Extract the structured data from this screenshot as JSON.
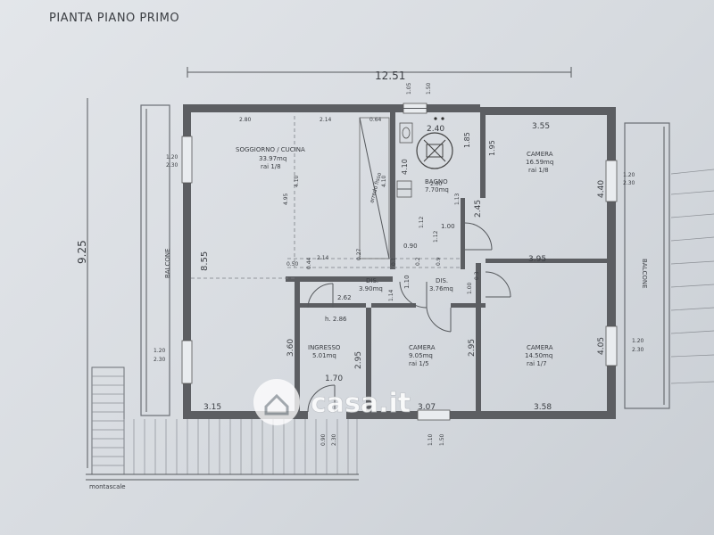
{
  "title": "PIANTA PIANO PRIMO",
  "dims": {
    "total_width": "12.51",
    "total_height": "9.25",
    "win_top_a": "1.05",
    "win_top_b": "1.50",
    "left_room_h": "8.55",
    "right_room_h1": "4.40",
    "right_room_h2": "4.05",
    "top_soggiorno": "2.80",
    "top_mid": "2.14",
    "top_arredo": "0.64",
    "bagno_w": "2.40",
    "bagno_h": "1.85",
    "camera1_w": "3.55",
    "camera1_h": "1.95",
    "bagno_side": "4.10",
    "soggiorno_inner_h": "4.95",
    "soggiorno_inner_h2": "4.10",
    "arredo_h": "4.10",
    "bagno_inner": "2.00",
    "bagno_1_13": "1.13",
    "bagno_2_45": "2.45",
    "bagno_1_12": "1.12",
    "bagno_1_00": "1.00",
    "bagno_0_90": "0.90",
    "corr_2_14": "2.14",
    "corr_0_27": "0.27",
    "corr_0_50": "0.50",
    "corr_0_44": "0.44",
    "corr_0_1": "0.1",
    "corr_0_2": "0.2",
    "corr_0_9": "0.9",
    "corr_1_10": "1.10",
    "corr_1_14": "1.14",
    "corr_1_00": "1.00",
    "corr_0_3": "0.3",
    "cam_3_95": "3.95",
    "ingresso_2_62": "2.62",
    "ingresso_h": "h. 2.86",
    "ingresso_3_60": "3.60",
    "ingresso_2_95": "2.95",
    "ingresso_1_70": "1.70",
    "cam2_2_95": "2.95",
    "bottom_3_15": "3.15",
    "bottom_3_07": "3.07",
    "bottom_3_58": "3.58",
    "win_left1_a": "1.20",
    "win_left1_b": "2.30",
    "win_left2_a": "1.20",
    "win_left2_b": "2.30",
    "win_right1_a": "1.20",
    "win_right1_b": "2.30",
    "win_right2_a": "1.20",
    "win_right2_b": "2.30",
    "win_bottom_a": "1.10",
    "win_bottom_b": "1.50",
    "door_bottom_a": "0.90",
    "door_bottom_b": "2.30"
  },
  "rooms": {
    "soggiorno": {
      "name": "SOGGIORNO / CUCINA",
      "area": "33.97mq",
      "ratio": "rai 1/8"
    },
    "arredo": "arredo fisso",
    "bagno": {
      "name": "BAGNO",
      "area": "7.70mq"
    },
    "camera1": {
      "name": "CAMERA",
      "area": "16.59mq",
      "ratio": "rai 1/8"
    },
    "dis1": {
      "name": "DIS.",
      "area": "3.90mq"
    },
    "dis2": {
      "name": "DIS.",
      "area": "3.76mq"
    },
    "ingresso": {
      "name": "INGRESSO",
      "area": "5.01mq"
    },
    "camera2": {
      "name": "CAMERA",
      "area": "9.05mq",
      "ratio": "rai 1/5"
    },
    "camera3": {
      "name": "CAMERA",
      "area": "14.50mq",
      "ratio": "rai 1/7"
    }
  },
  "balcony_left": "BALCONE",
  "balcony_right": "BALCONE",
  "stair_label": "montascale",
  "watermark": "casa.it"
}
